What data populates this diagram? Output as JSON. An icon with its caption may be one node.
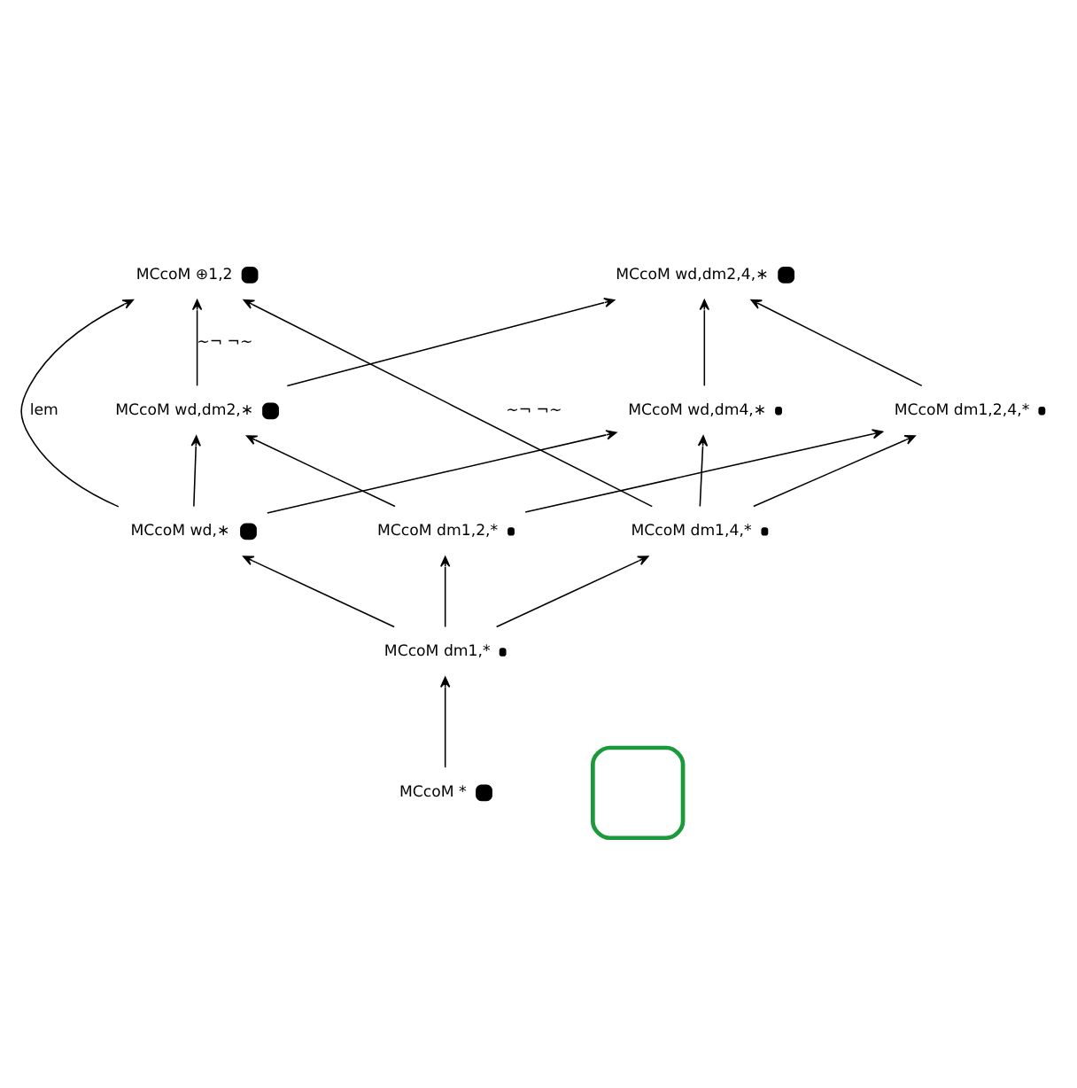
{
  "diagram": {
    "nodes": [
      {
        "text": [
          "MCcoM ⊕1,2"
        ]
      },
      {
        "text": [
          "MCcoM wd,dm2,4,∗"
        ]
      },
      {
        "text": [
          "MCcoM wd,dm2,∗"
        ]
      },
      {
        "text": [
          "MCcoM wd,dm4,∗"
        ]
      },
      {
        "text": [
          "MCcoM wd,∗"
        ]
      },
      {
        "text": [
          "MCcoM dm1,2,4,*"
        ]
      },
      {
        "text": [
          "MCcoM dm1,2,*"
        ]
      },
      {
        "text": [
          "MCcoM dm1,4,*"
        ]
      },
      {
        "text": [
          "MCcoM dm1,*"
        ]
      },
      {
        "text": [
          "MCcoM *"
        ]
      },
      {
        "text": [],
        "shape": "box"
      }
    ],
    "edges": [
      {
        "from": 7,
        "to": 0,
        "arrow": "to",
        "label": "∼¬ ¬∼"
      },
      {
        "from": 2,
        "to": 0,
        "arrow": "to",
        "label": "∼¬ ¬∼"
      },
      {
        "from": 4,
        "to": 0,
        "arrow": "to",
        "label": "lem"
      },
      {
        "from": 2,
        "to": 1,
        "arrow": "to"
      },
      {
        "from": 3,
        "to": 1,
        "arrow": "to"
      },
      {
        "from": 4,
        "to": 2,
        "arrow": "to"
      },
      {
        "from": 6,
        "to": 2,
        "arrow": "to"
      },
      {
        "from": 4,
        "to": 3,
        "arrow": "to"
      },
      {
        "from": 5,
        "to": 1,
        "arrow": "to"
      },
      {
        "from": 6,
        "to": 5,
        "arrow": "to"
      },
      {
        "from": 7,
        "to": 5,
        "arrow": "to"
      },
      {
        "from": 7,
        "to": 3,
        "arrow": "to"
      },
      {
        "from": 8,
        "to": 6,
        "arrow": "to"
      },
      {
        "from": 8,
        "to": 7,
        "arrow": "to"
      },
      {
        "from": 8,
        "to": 4,
        "arrow": "to"
      },
      {
        "from": 9,
        "to": 8,
        "arrow": "to"
      }
    ]
  }
}
